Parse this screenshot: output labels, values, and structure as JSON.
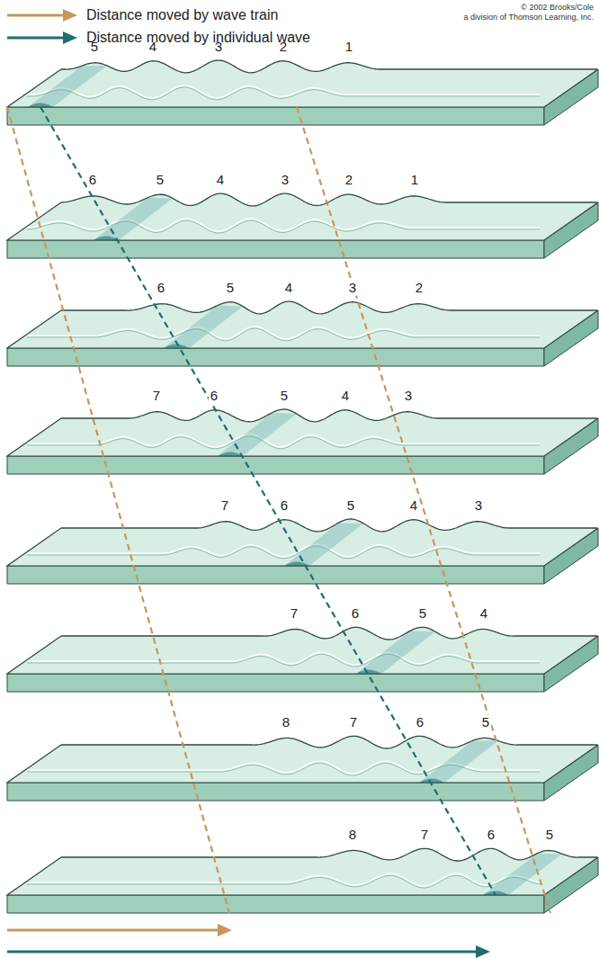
{
  "diagram": {
    "labels": [
      "© 2002 Brooks/Cole",
      "a division of Thomson Learning, Inc.",
      "5",
      "4",
      "3",
      "2",
      "1",
      "6",
      "5",
      "4",
      "3",
      "2",
      "1",
      "6",
      "5",
      "4",
      "3",
      "2",
      "7",
      "6",
      "5",
      "4",
      "3",
      "7",
      "6",
      "5",
      "4",
      "3",
      "7",
      "6",
      "5",
      "4",
      "8",
      "7",
      "6",
      "5",
      "8",
      "7",
      "6",
      "5"
    ],
    "legend": [
      {
        "text": "Distance moved by wave train"
      },
      {
        "text": "Distance moved by individual wave"
      }
    ]
  }
}
